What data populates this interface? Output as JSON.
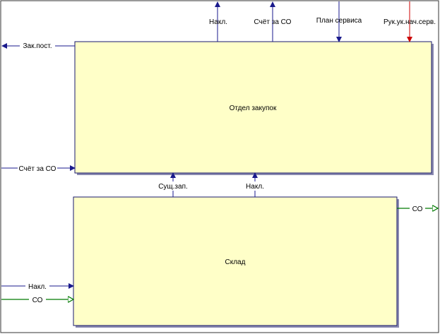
{
  "colors": {
    "arrow_default": "#1a1a8c",
    "arrow_red": "#cc0000",
    "arrow_green": "#007a00",
    "box_fill": "#ffffc8",
    "box_border": "#1a1a6e",
    "box_shadow": "#8a8ab0"
  },
  "boxes": {
    "purchasing": {
      "title": "Отдел закупок"
    },
    "warehouse": {
      "title": "Склад"
    }
  },
  "arrows": {
    "out_nakl": "Накл.",
    "out_schet": "Счёт за СО",
    "in_plan": "План сервиса",
    "in_ruk": "Рук.ук.нач.серв.",
    "out_zak": "Зак.пост.",
    "in_schet": "Счёт за СО",
    "w_sushch": "Сущ.зап.",
    "w_nakl": "Накл.",
    "w_out_co": "СО",
    "w_in_nakl": "Накл.",
    "w_in_co": "СО"
  }
}
